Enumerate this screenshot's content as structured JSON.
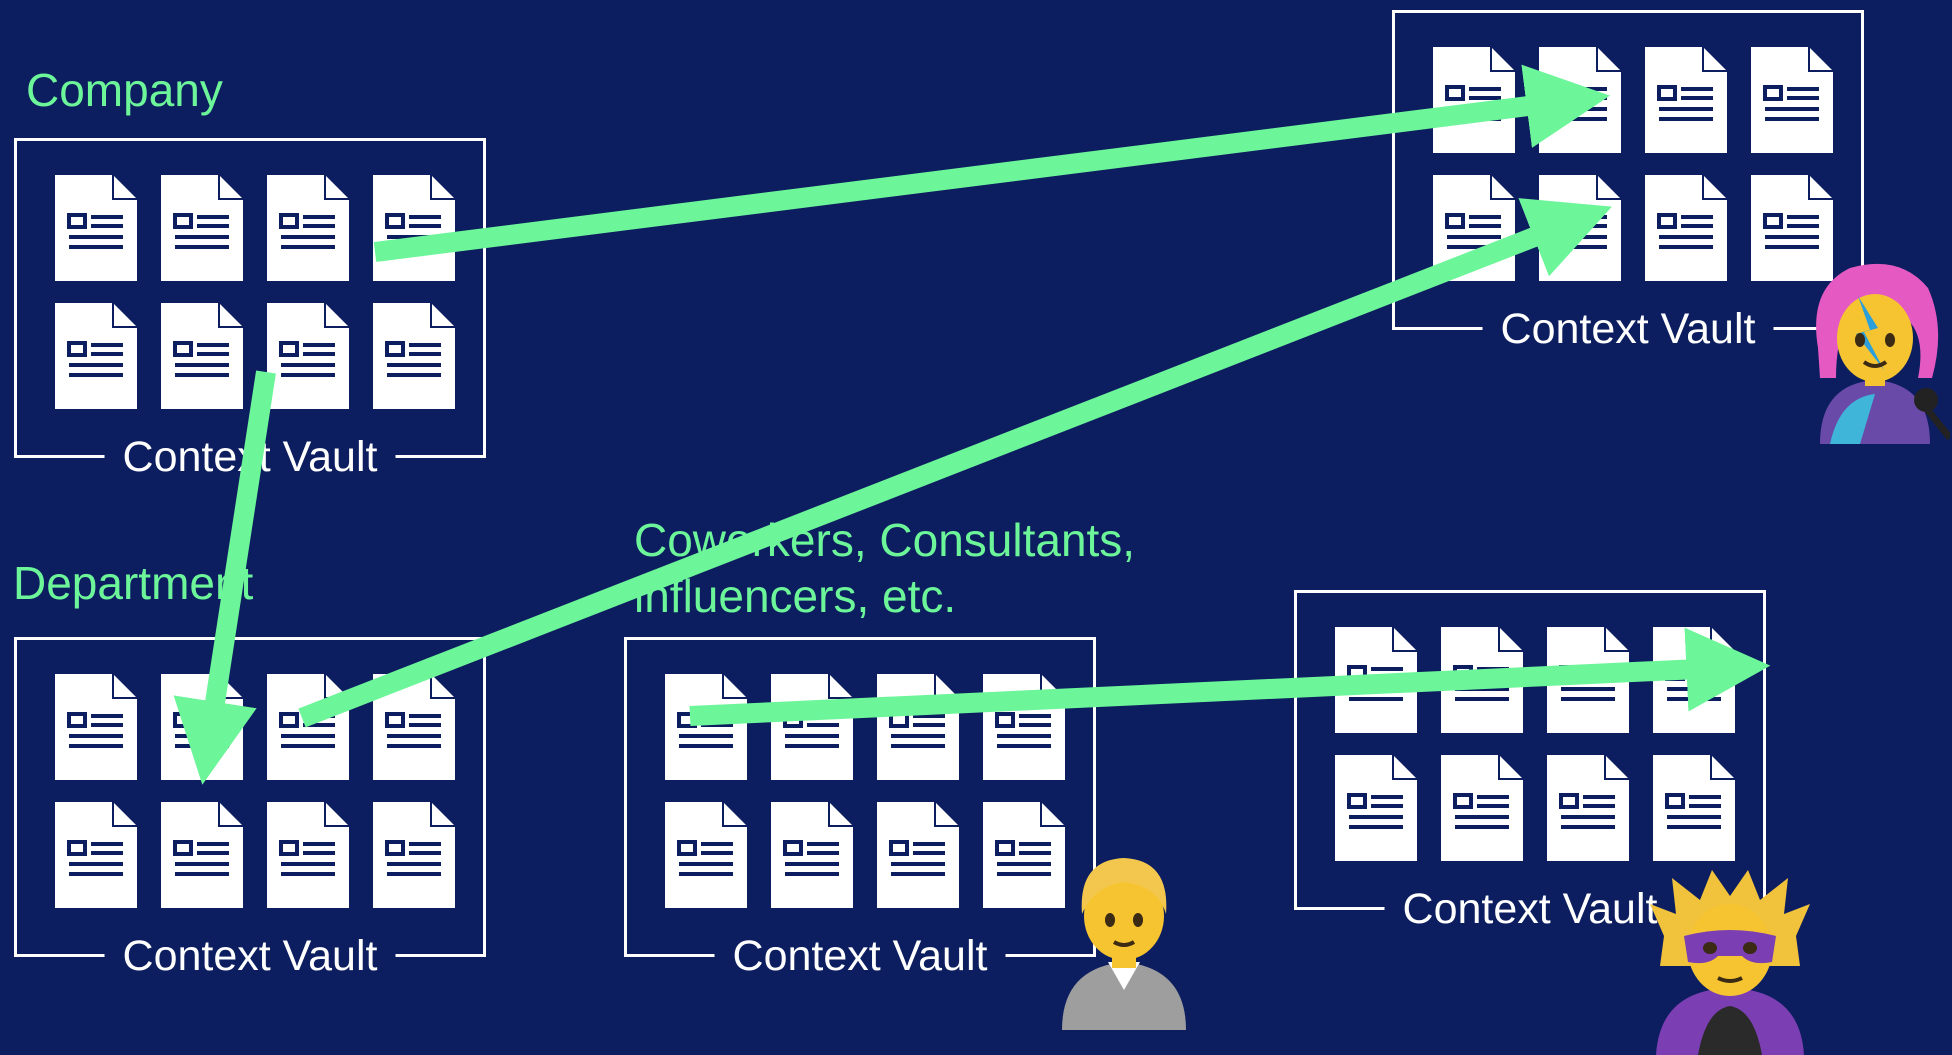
{
  "labels": {
    "company": "Company",
    "department": "Department",
    "coworkers_line1": "Coworkers, Consultants,",
    "coworkers_line2": "influencers, etc."
  },
  "vaults": [
    {
      "id": "company",
      "label": "Context Vault",
      "documents": 8
    },
    {
      "id": "department",
      "label": "Context Vault",
      "documents": 8
    },
    {
      "id": "coworkers",
      "label": "Context Vault",
      "documents": 8
    },
    {
      "id": "singer",
      "label": "Context Vault",
      "documents": 8
    },
    {
      "id": "superhero",
      "label": "Context Vault",
      "documents": 8
    }
  ],
  "arrows": [
    {
      "from": "company",
      "to": "singer"
    },
    {
      "from": "company",
      "to": "department"
    },
    {
      "from": "department",
      "to": "singer"
    },
    {
      "from": "coworkers",
      "to": "superhero"
    }
  ],
  "avatars": [
    {
      "name": "singer-avatar-icon",
      "vault": "singer"
    },
    {
      "name": "office-worker-avatar-icon",
      "vault": "coworkers"
    },
    {
      "name": "superhero-avatar-icon",
      "vault": "superhero"
    }
  ],
  "icons": [
    "document-icon",
    "arrow-icon"
  ],
  "colors": {
    "background": "#0c1e5f",
    "accent": "#6df59a",
    "foreground": "#ffffff"
  }
}
